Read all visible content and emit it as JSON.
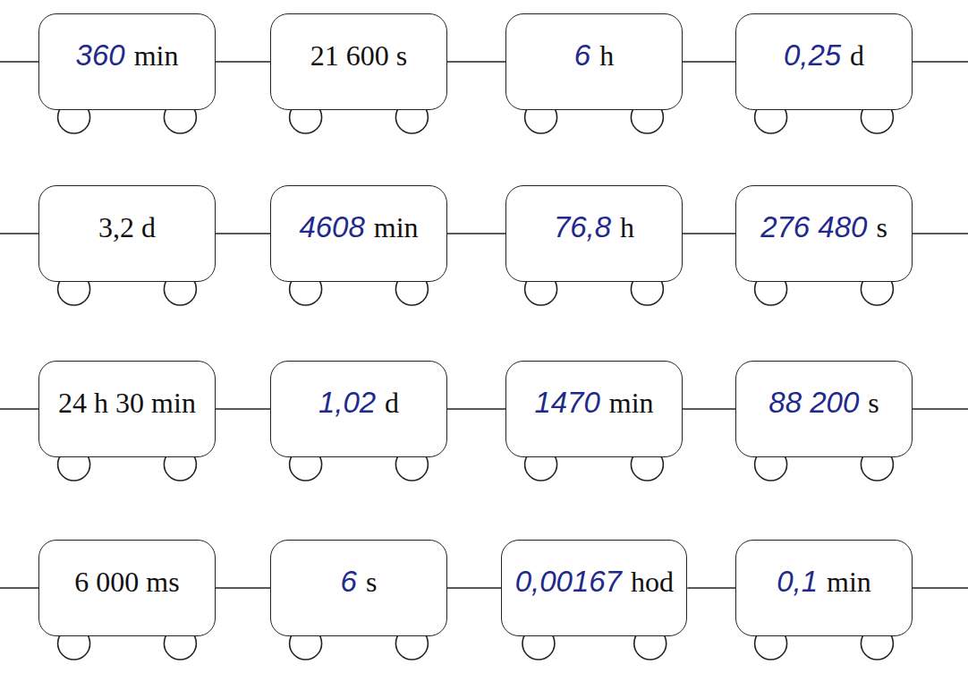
{
  "diagram": {
    "nodes": [
      {
        "text": [
          "360",
          "min"
        ]
      },
      {
        "text": [
          "21 600 s"
        ]
      },
      {
        "text": [
          "6",
          "h"
        ]
      },
      {
        "text": [
          "0,25",
          "d"
        ]
      },
      {
        "text": [
          "3,2 d"
        ]
      },
      {
        "text": [
          "4608",
          "min"
        ]
      },
      {
        "text": [
          "76,8",
          "h"
        ]
      },
      {
        "text": [
          "276 480",
          "s"
        ]
      },
      {
        "text": [
          "24 h 30 min"
        ]
      },
      {
        "text": [
          "1,02",
          "d"
        ]
      },
      {
        "text": [
          "1470",
          "min"
        ]
      },
      {
        "text": [
          "88 200",
          "s"
        ]
      },
      {
        "text": [
          "6 000 ms"
        ]
      },
      {
        "text": [
          "6",
          "s"
        ]
      },
      {
        "text": [
          "0,00167",
          "hod"
        ]
      },
      {
        "text": [
          "0,1",
          "min"
        ]
      }
    ],
    "edges": [
      {
        "from": 0,
        "to": 1,
        "arrow": "none"
      },
      {
        "from": 1,
        "to": 2,
        "arrow": "none"
      },
      {
        "from": 2,
        "to": 3,
        "arrow": "none"
      },
      {
        "from": 4,
        "to": 5,
        "arrow": "none"
      },
      {
        "from": 5,
        "to": 6,
        "arrow": "none"
      },
      {
        "from": 6,
        "to": 7,
        "arrow": "none"
      },
      {
        "from": 8,
        "to": 9,
        "arrow": "none"
      },
      {
        "from": 9,
        "to": 10,
        "arrow": "none"
      },
      {
        "from": 10,
        "to": 11,
        "arrow": "none"
      },
      {
        "from": 12,
        "to": 13,
        "arrow": "none"
      },
      {
        "from": 13,
        "to": 14,
        "arrow": "none"
      },
      {
        "from": 14,
        "to": 15,
        "arrow": "none"
      }
    ]
  }
}
